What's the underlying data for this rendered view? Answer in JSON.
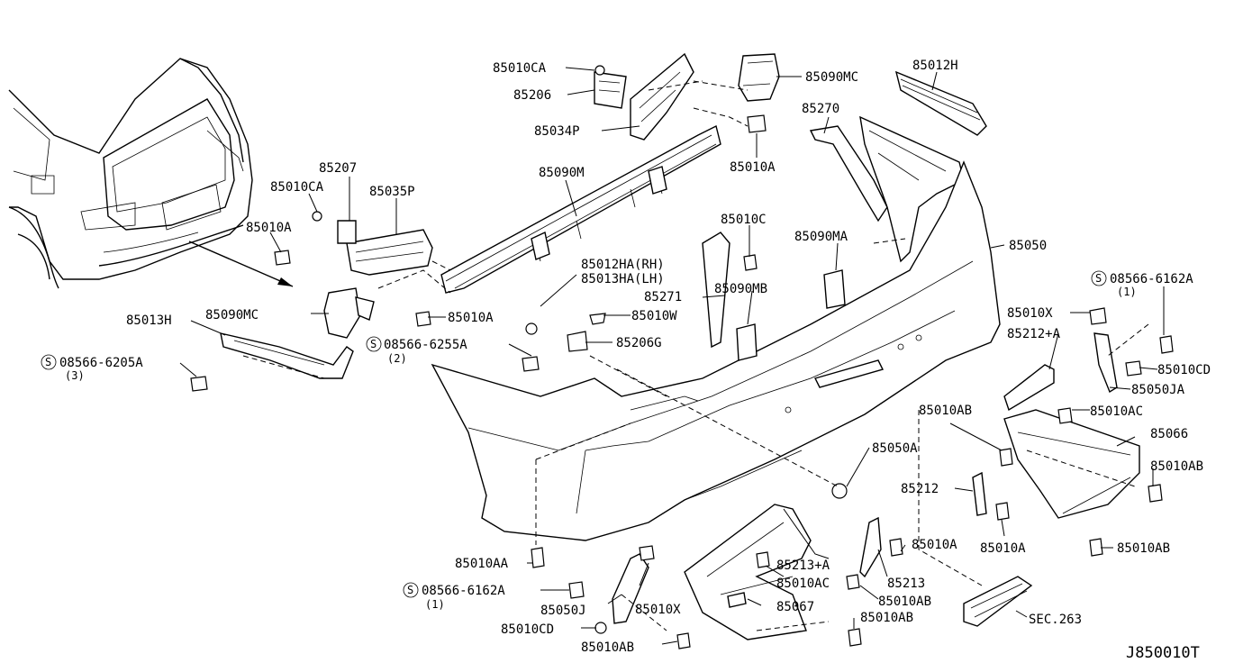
{
  "diagram_id": "J850010T",
  "colors": {
    "line": "#000000",
    "background": "#ffffff"
  },
  "labels": {
    "p85010CA_top": "85010CA",
    "p85206": "85206",
    "p85034P": "85034P",
    "p85090MC_top": "85090MC",
    "p85012H": "85012H",
    "p85270": "85270",
    "p85010A_top": "85010A",
    "p85207": "85207",
    "p85010CA_left": "85010CA",
    "p85035P": "85035P",
    "p85090M": "85090M",
    "p85010A_left": "85010A",
    "p85010C": "85010C",
    "p85090MA": "85090MA",
    "p85050": "85050",
    "p85012HA": "85012HA(RH)",
    "p85013HA": "85013HA(LH)",
    "p85271": "85271",
    "p85090MB": "85090MB",
    "p85090MC_left": "85090MC",
    "p85010A_mid": "85010A",
    "p85010W": "85010W",
    "p85013H": "85013H",
    "p08566_6255A": "08566-6255A",
    "p08566_6255A_qty": "(2)",
    "p85206G": "85206G",
    "p08566_6205A": "08566-6205A",
    "p08566_6205A_qty": "(3)",
    "p08566_6162A_right": "08566-6162A",
    "p08566_6162A_right_qty": "(1)",
    "p85010X_right": "85010X",
    "p85212A": "85212+A",
    "p85010CD_right": "85010CD",
    "p85050JA": "85050JA",
    "p85010AC_right": "85010AC",
    "p85010AB_r1": "85010AB",
    "p85066": "85066",
    "p85050A": "85050A",
    "p85010AB_r2": "85010AB",
    "p85212": "85212",
    "p85010A_r1": "85010A",
    "p85010A_r2": "85010A",
    "p85010AB_r3": "85010AB",
    "p85213A": "85213+A",
    "p85213": "85213",
    "p85010AC_mid": "85010AC",
    "p85010AB_mid": "85010AB",
    "p85010AA": "85010AA",
    "p08566_6162A_left": "08566-6162A",
    "p08566_6162A_left_qty": "(1)",
    "p85050J": "85050J",
    "p85010X_mid": "85010X",
    "p85067": "85067",
    "p85010AB_bot": "85010AB",
    "p85010CD_bot": "85010CD",
    "p85010AB_bot2": "85010AB",
    "sec263": "SEC.263",
    "screw_symbol": "S"
  }
}
